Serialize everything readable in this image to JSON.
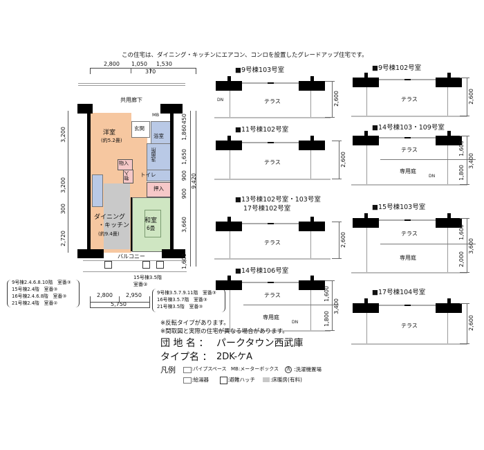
{
  "header_note": "この住宅は、ダイニング・キッチンにエアコン、コンロを設置したグレードアップ住宅です。",
  "plan": {
    "top_dims": [
      "2,800",
      "1,050",
      "1,530",
      "370"
    ],
    "corridor": "共用廊下",
    "rooms": {
      "western": "洋室",
      "western_size": "(約5.2畳)",
      "entrance": "玄関",
      "bath": "浴室",
      "washroom": "洗面所",
      "storage1": "物入",
      "storage2": "物入",
      "toilet": "トイレ",
      "closet": "押入",
      "japanese": "和室",
      "japanese_size": "6畳",
      "dk1": "ダイニング",
      "dk2": "・キッチン",
      "dk_size": "(約9.4畳)",
      "mb": "MB",
      "balcony": "バルコニー"
    },
    "left_dims": [
      "3,200",
      "3,200",
      "300",
      "2,720"
    ],
    "right_dims": [
      "450",
      "1,860",
      "1,650",
      "900",
      "900",
      "3,660",
      "1,600"
    ],
    "total_depth": "9,420",
    "bottom_dims": [
      "2,800",
      "2,950"
    ],
    "total_width": "5,750",
    "callout_left": [
      "9号棟2.4.6.8.10階　室番③",
      "15号棟2.4階　室番③",
      "16号棟2.4.6.8階　室番③",
      "21号棟2.4階　室番②"
    ],
    "callout_mid": [
      "15号棟3.5階",
      "室番③"
    ],
    "callout_right": [
      "9号棟3.5.7.9.11階　室番③",
      "16号棟3.5.7階　室番③",
      "21号棟3.5階　室番③"
    ]
  },
  "units": [
    {
      "title": "■9号棟103号室",
      "terrace": "テラス",
      "garden": "",
      "dims": [
        "2,600"
      ],
      "total": "",
      "dn": "DN"
    },
    {
      "title": "■9号棟102号室",
      "terrace": "テラス",
      "garden": "",
      "dims": [
        "2,600"
      ],
      "total": "",
      "dn": ""
    },
    {
      "title": "■11号棟102号室",
      "terrace": "テラス",
      "garden": "",
      "dims": [
        "2,600"
      ],
      "total": "",
      "dn": ""
    },
    {
      "title": "■14号棟103・109号室",
      "terrace": "テラス",
      "garden": "専用庭",
      "dims": [
        "1,600",
        "1,800"
      ],
      "total": "3,400",
      "dn": "DN"
    },
    {
      "title": "■13号棟102号室・103号室",
      "title2": "17号棟102号室",
      "terrace": "テラス",
      "garden": "",
      "dims": [
        "2,600"
      ],
      "total": "",
      "dn": ""
    },
    {
      "title": "■15号棟103号室",
      "terrace": "テラス",
      "garden": "専用庭",
      "dims": [
        "1,600",
        "2,000"
      ],
      "total": "3,600",
      "dn": ""
    },
    {
      "title": "■14号棟106号室",
      "terrace": "テラス",
      "garden": "専用庭",
      "dims": [
        "1,600",
        "1,800"
      ],
      "total": "3,400",
      "dn": "DN"
    },
    {
      "title": "■17号棟104号室",
      "terrace": "テラス",
      "garden": "",
      "dims": [
        "2,600"
      ],
      "total": "",
      "dn": ""
    }
  ],
  "notes": [
    "※反転タイプがあります。",
    "※間取図と実際の住宅が異なる場合があります。"
  ],
  "info": {
    "estate_label": "団 地 名 ：",
    "estate_name": "パークタウン西武庫",
    "type_label": "タイプ名 ：",
    "type_name": "2DK-ケA"
  },
  "legend": {
    "title": "凡例",
    "items": [
      ":パイプスペース",
      "MB:メーターボックス",
      "洗",
      ":洗濯機置場",
      ":給湯器",
      ":避難ハッチ",
      ":床暖房(有料)"
    ]
  },
  "colors": {
    "western": "#f6c7a0",
    "wet": "#b9c9e6",
    "pink": "#f6c8c8",
    "japanese": "#cfe6c2",
    "floorheat": "#c8c8c8"
  }
}
